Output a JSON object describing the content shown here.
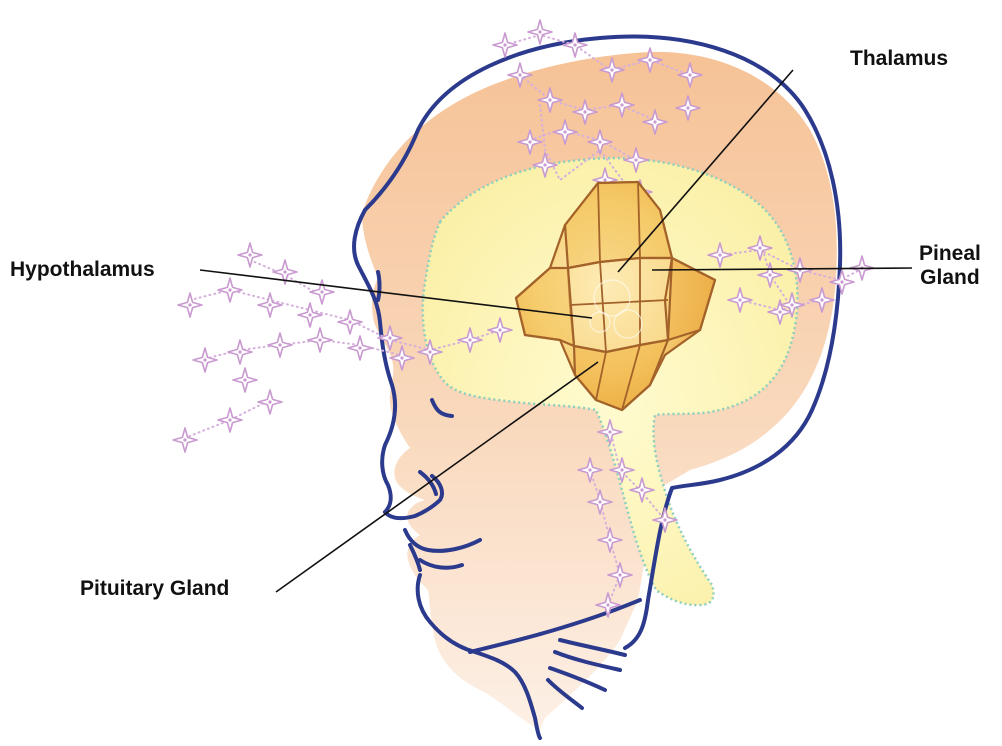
{
  "labels": {
    "thalamus": "Thalamus",
    "hypothalamus": "Hypothalamus",
    "pineal_line1": "Pineal",
    "pineal_line2": "Gland",
    "pituitary": "Pituitary Gland"
  },
  "colors": {
    "outline": "#2b3a8c",
    "head_fill": "#f8cfaa",
    "brain_fill": "#fdf7c4",
    "brain_edge": "#8ccfbf",
    "crystal_fill": "#f5c040",
    "crystal_edge": "#a3622a",
    "sparkle": "#c99ad0",
    "leader_line": "#111111"
  },
  "icons": [
    "sparkle-icon",
    "crystal-icon"
  ]
}
